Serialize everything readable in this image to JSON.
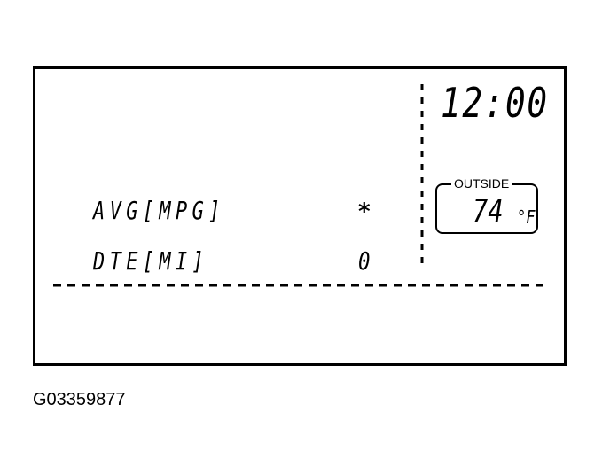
{
  "display": {
    "clock": "12:00",
    "rows": [
      {
        "label": "AVG[MPG]",
        "value": "*"
      },
      {
        "label": "DTE[MI]",
        "value": "0"
      }
    ],
    "outside": {
      "label": "OUTSIDE",
      "temperature": "74",
      "unit": "°F"
    }
  },
  "figure_id": "G03359877"
}
